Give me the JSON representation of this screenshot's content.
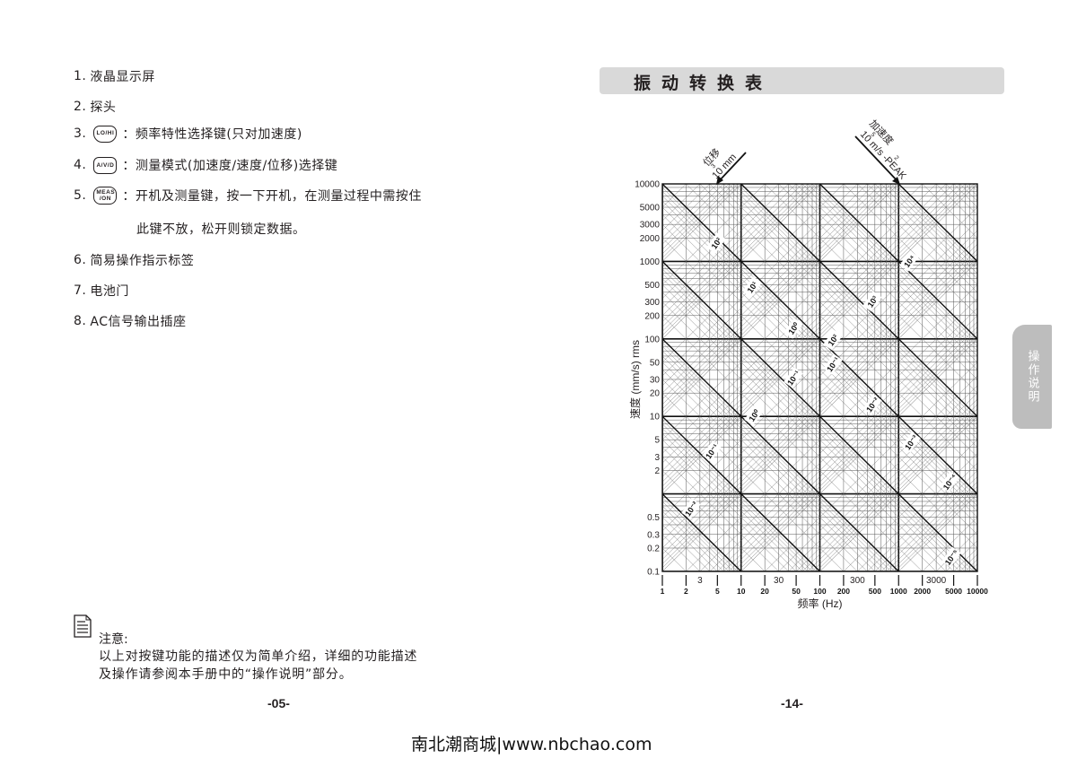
{
  "left_page": {
    "items": [
      {
        "num": "1.",
        "text": "液晶显示屏"
      },
      {
        "num": "2.",
        "text": "探头"
      },
      {
        "num": "3.",
        "key": "LO/HI",
        "text": "：频率特性选择键(只对加速度)"
      },
      {
        "num": "4.",
        "key": "A/V/D",
        "text": "：测量模式(加速度/速度/位移)选择键"
      },
      {
        "num": "5.",
        "key": "MEAS /ON",
        "text": "：开机及测量键，按一下开机，在测量过程中需按住"
      },
      {
        "num": "6.",
        "text": "简易操作指示标签"
      },
      {
        "num": "7.",
        "text": "电池门"
      },
      {
        "num": "8.",
        "text": "AC信号输出插座"
      }
    ],
    "item5_continuation": "此键不放，松开则锁定数据。",
    "note": {
      "icon": "document-note-icon",
      "title": "注意:",
      "line1": "以上对按键功能的描述仅为简单介绍，详细的功能描述",
      "line2": "及操作请参阅本手册中的“操作说明”部分。"
    },
    "page_number": "-05-"
  },
  "right_page": {
    "title": "振动转换表",
    "side_tab": "操作说明",
    "page_number": "-14-"
  },
  "watermark": "南北潮商城|www.nbchao.com",
  "chart_data": {
    "type": "line",
    "title": "振动转换表",
    "subtitle": "Vibration nomograph (log-log)",
    "xlabel": "频率 (Hz)",
    "ylabel": "速度 (mm/s) rms",
    "xscale": "log",
    "yscale": "log",
    "xlim": [
      1,
      10000
    ],
    "ylim": [
      0.1,
      10000
    ],
    "x_ticks_bottom": [
      "1",
      "2",
      "5",
      "10",
      "20",
      "50",
      "100",
      "200",
      "500",
      "1000",
      "2000",
      "5000",
      "10000"
    ],
    "x_ticks_top_row": [
      "3",
      "30",
      "300",
      "3000"
    ],
    "y_ticks": [
      "0.1",
      "0.2",
      "0.3",
      "0.5",
      "2",
      "3",
      "5",
      "10",
      "20",
      "30",
      "50",
      "100",
      "200",
      "300",
      "500",
      "1000",
      "2000",
      "3000",
      "5000",
      "10000"
    ],
    "grid": true,
    "annotations": [
      {
        "text": "位移 10^3 mm",
        "type": "arrow",
        "family": "displacement"
      },
      {
        "text": "加速度 10^5 m/s^2 -PEAK",
        "type": "arrow",
        "family": "acceleration"
      }
    ],
    "series": [
      {
        "name": "displacement 10^2",
        "label": "10²",
        "family": "displacement"
      },
      {
        "name": "displacement 10^1",
        "label": "10¹",
        "family": "displacement"
      },
      {
        "name": "displacement 10^0",
        "label": "10⁰",
        "family": "displacement"
      },
      {
        "name": "displacement 10^-1",
        "label": "10⁻¹",
        "family": "displacement"
      },
      {
        "name": "displacement 10^-2",
        "label": "10⁻²",
        "family": "displacement"
      },
      {
        "name": "acceleration 10^4",
        "label": "10⁴",
        "family": "acceleration"
      },
      {
        "name": "acceleration 10^3",
        "label": "10³",
        "family": "acceleration"
      },
      {
        "name": "acceleration 10^2",
        "label": "10²",
        "family": "acceleration"
      },
      {
        "name": "acceleration 10^1",
        "label": "10¹",
        "family": "acceleration"
      },
      {
        "name": "acceleration 10^0",
        "label": "10⁰",
        "family": "acceleration"
      },
      {
        "name": "acceleration 10^-1",
        "label": "10⁻¹",
        "family": "acceleration"
      },
      {
        "name": "acceleration 10^-2",
        "label": "10⁻²",
        "family": "acceleration"
      },
      {
        "name": "acceleration 10^-3",
        "label": "10⁻³",
        "family": "acceleration"
      },
      {
        "name": "acceleration 10^-4",
        "label": "10⁻⁴",
        "family": "acceleration"
      },
      {
        "name": "acceleration 10^-5",
        "label": "10⁻⁵",
        "family": "acceleration"
      }
    ]
  }
}
